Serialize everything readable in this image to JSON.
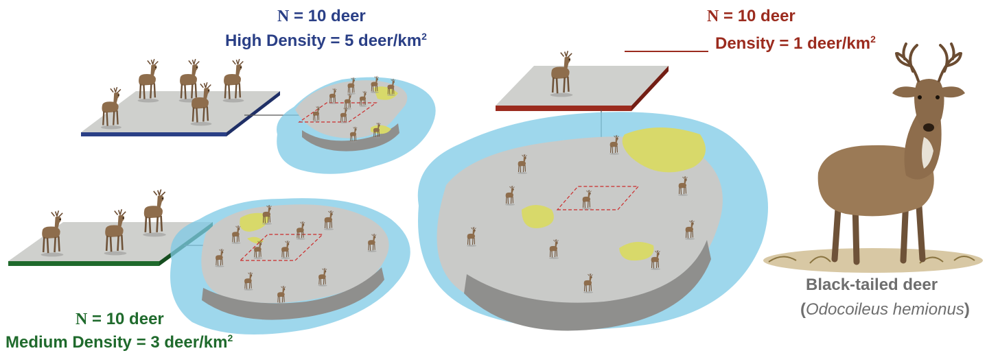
{
  "panels": {
    "high": {
      "n_prefix": "N",
      "n_text": " = 10 deer",
      "density_text": "High Density = 5 deer/km",
      "density_exp": "2",
      "color": "#2a3f86"
    },
    "low": {
      "n_prefix": "N",
      "n_text": " = 10 deer",
      "density_text": "Density = 1 deer/km",
      "density_exp": "2",
      "color": "#9b2b1e"
    },
    "medium": {
      "n_prefix": "N",
      "n_text": " = 10 deer",
      "density_text": "Medium Density = 3 deer/km",
      "density_exp": "2",
      "color": "#1f6a2c"
    }
  },
  "species": {
    "common_name": "Black-tailed deer",
    "open_paren": "(",
    "scientific_name": "Odocoileus hemionus",
    "close_paren": ")"
  },
  "colors": {
    "water": "#7ec9e6",
    "land": "#c9cac8",
    "vegetation": "#d8d96a",
    "plot_surface": "#cfd0cd",
    "deer": "#8a6a4a"
  }
}
